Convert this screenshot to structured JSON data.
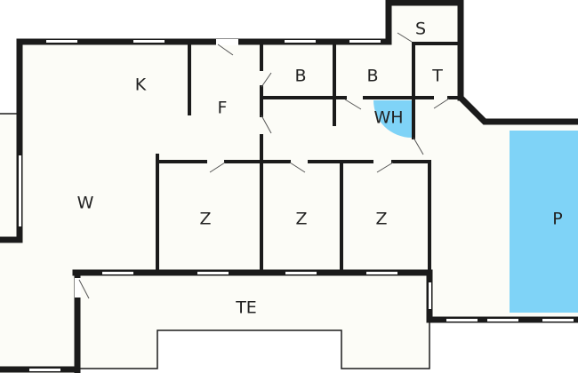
{
  "plan": {
    "colors": {
      "floor": "#fcfcf7",
      "wall": "#1b1b1b",
      "water": "#7fd3f7"
    },
    "rooms": {
      "storage": "S",
      "kitchen": "K",
      "bath1": "B",
      "bath2": "B",
      "toilet": "T",
      "hall": "F",
      "whirlpool": "WH",
      "living": "W",
      "bedroom1": "Z",
      "bedroom2": "Z",
      "bedroom3": "Z",
      "pool": "P",
      "terrace": "TE"
    }
  }
}
